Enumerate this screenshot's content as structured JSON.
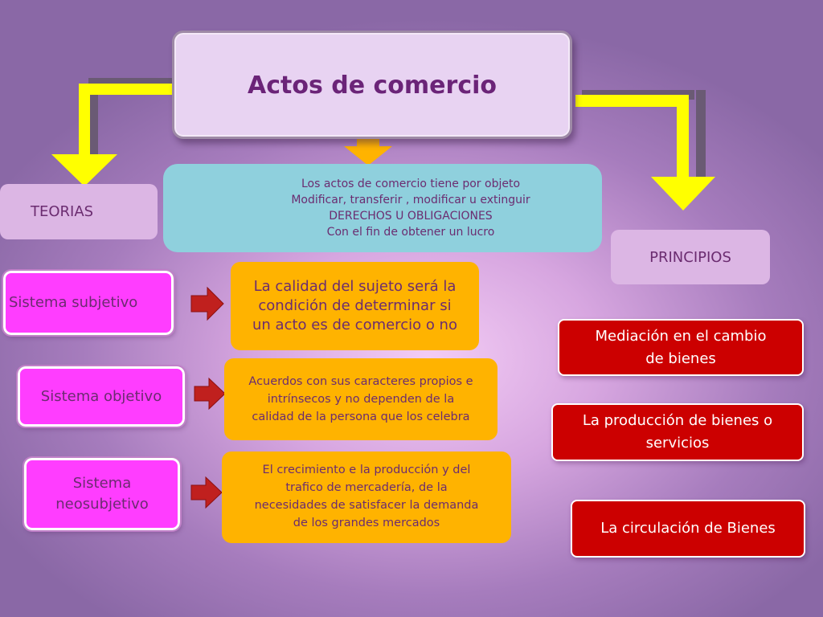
{
  "title": "Actos de comercio",
  "definition": {
    "lines": [
      "Los actos de comercio tiene  por objeto",
      "Modificar, transferir , modificar u extinguir",
      "DERECHOS U OBLIGACIONES",
      "Con el fin de obtener un lucro"
    ]
  },
  "teorias": "TEORIAS",
  "principios": "PRINCIPIOS",
  "sistemas": [
    {
      "label": "Sistema subjetivo",
      "description": "La calidad del sujeto será la\ncondición de determinar  si\nun acto es de comercio o no"
    },
    {
      "label": "Sistema objetivo",
      "description": "Acuerdos con sus caracteres propios e\nintrínsecos  y no dependen de la\ncalidad de la persona que los celebra"
    },
    {
      "label": "Sistema\nneosubjetivo",
      "description": "El crecimiento e la producción y del\ntrafico de mercadería, de la\nnecesidades de satisfacer la demanda\nde los grandes mercados"
    }
  ],
  "principios_items": [
    "Mediación en el cambio\nde bienes",
    "La producción de bienes o\nservicios",
    "La circulación de Bienes"
  ],
  "colors": {
    "yellow_arrow": "#ffff00",
    "orange_arrow": "#ffb300",
    "red_arrow": "#c0201e",
    "pink_box": "#ff3dff",
    "orange_box": "#ffb300",
    "red_box": "#cc0000",
    "blue_box": "#8fd0dd"
  }
}
